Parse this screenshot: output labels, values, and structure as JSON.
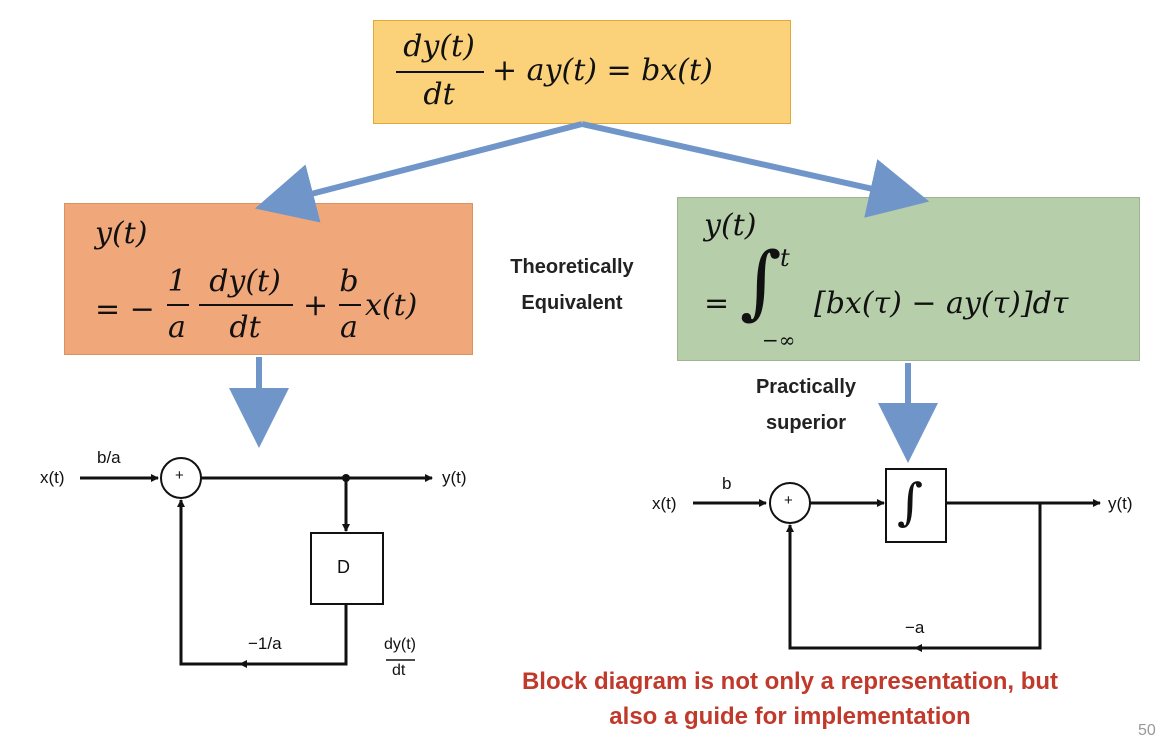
{
  "top_equation": {
    "frac_num": "dy(t)",
    "frac_den": "dt",
    "rest": "+ ay(t) = bx(t)"
  },
  "left_equation": {
    "line1": "y(t)",
    "eq_sign": "= −",
    "f1_num": "1",
    "f1_den": "a",
    "f2_num": "dy(t)",
    "f2_den": "dt",
    "plus": "+",
    "f3_num": "b",
    "f3_den": "a",
    "tail": "x(t)"
  },
  "right_equation": {
    "line1": "y(t)",
    "eq_sign": "=",
    "integral": "∫",
    "upper": "t",
    "lower": "−∞",
    "body": "[bx(τ) − ay(τ)]dτ"
  },
  "middle_label": [
    "Theoretically",
    "Equivalent"
  ],
  "right_label": [
    "Practically",
    "superior"
  ],
  "left_diagram": {
    "input": "x(t)",
    "gain": "b/a",
    "sum": "+",
    "output": "y(t)",
    "block": "D",
    "feedback_gain": "−1/a",
    "deriv_num": "dy(t)",
    "deriv_den": "dt"
  },
  "right_diagram": {
    "input": "x(t)",
    "gain": "b",
    "sum": "+",
    "block": "∫",
    "output": "y(t)",
    "feedback_gain": "−a"
  },
  "bottom_note": [
    "Block diagram is not only a representation, but",
    "also a guide for implementation"
  ],
  "page_number": "50",
  "colors": {
    "arrow_blue": "#6f95c9",
    "note_red": "#c0392b",
    "top_box": "#fbd27a",
    "left_box": "#f0a77a",
    "right_box": "#b7ceab"
  }
}
